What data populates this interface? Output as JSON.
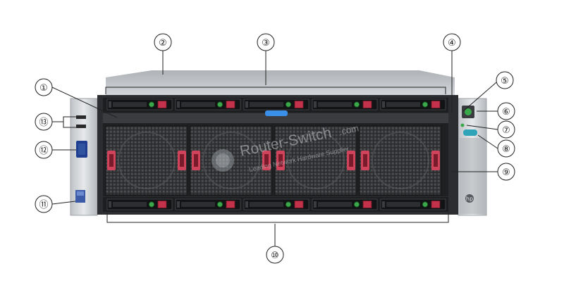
{
  "diagram": {
    "subject": "4U rack server front panel with 10 small form factor drive bays and 4 front fan modules",
    "callouts": [
      "①",
      "②",
      "③",
      "④",
      "⑤",
      "⑥",
      "⑦",
      "⑧",
      "⑨",
      "⑩",
      "⑪",
      "⑫",
      "⑬"
    ],
    "watermark": {
      "brand": "Router-Switch",
      "domain": ".com",
      "tagline": "Leading Network Hardware Supplier"
    },
    "logo_text": "hp",
    "colors": {
      "chassis": "#c9cdd1",
      "bezel": "#2b2d30",
      "drive_latch": "#c4314a",
      "fan_handle": "#d0435a",
      "led_green": "#3aa84b",
      "pull_tab": "#3a8fe8"
    }
  }
}
